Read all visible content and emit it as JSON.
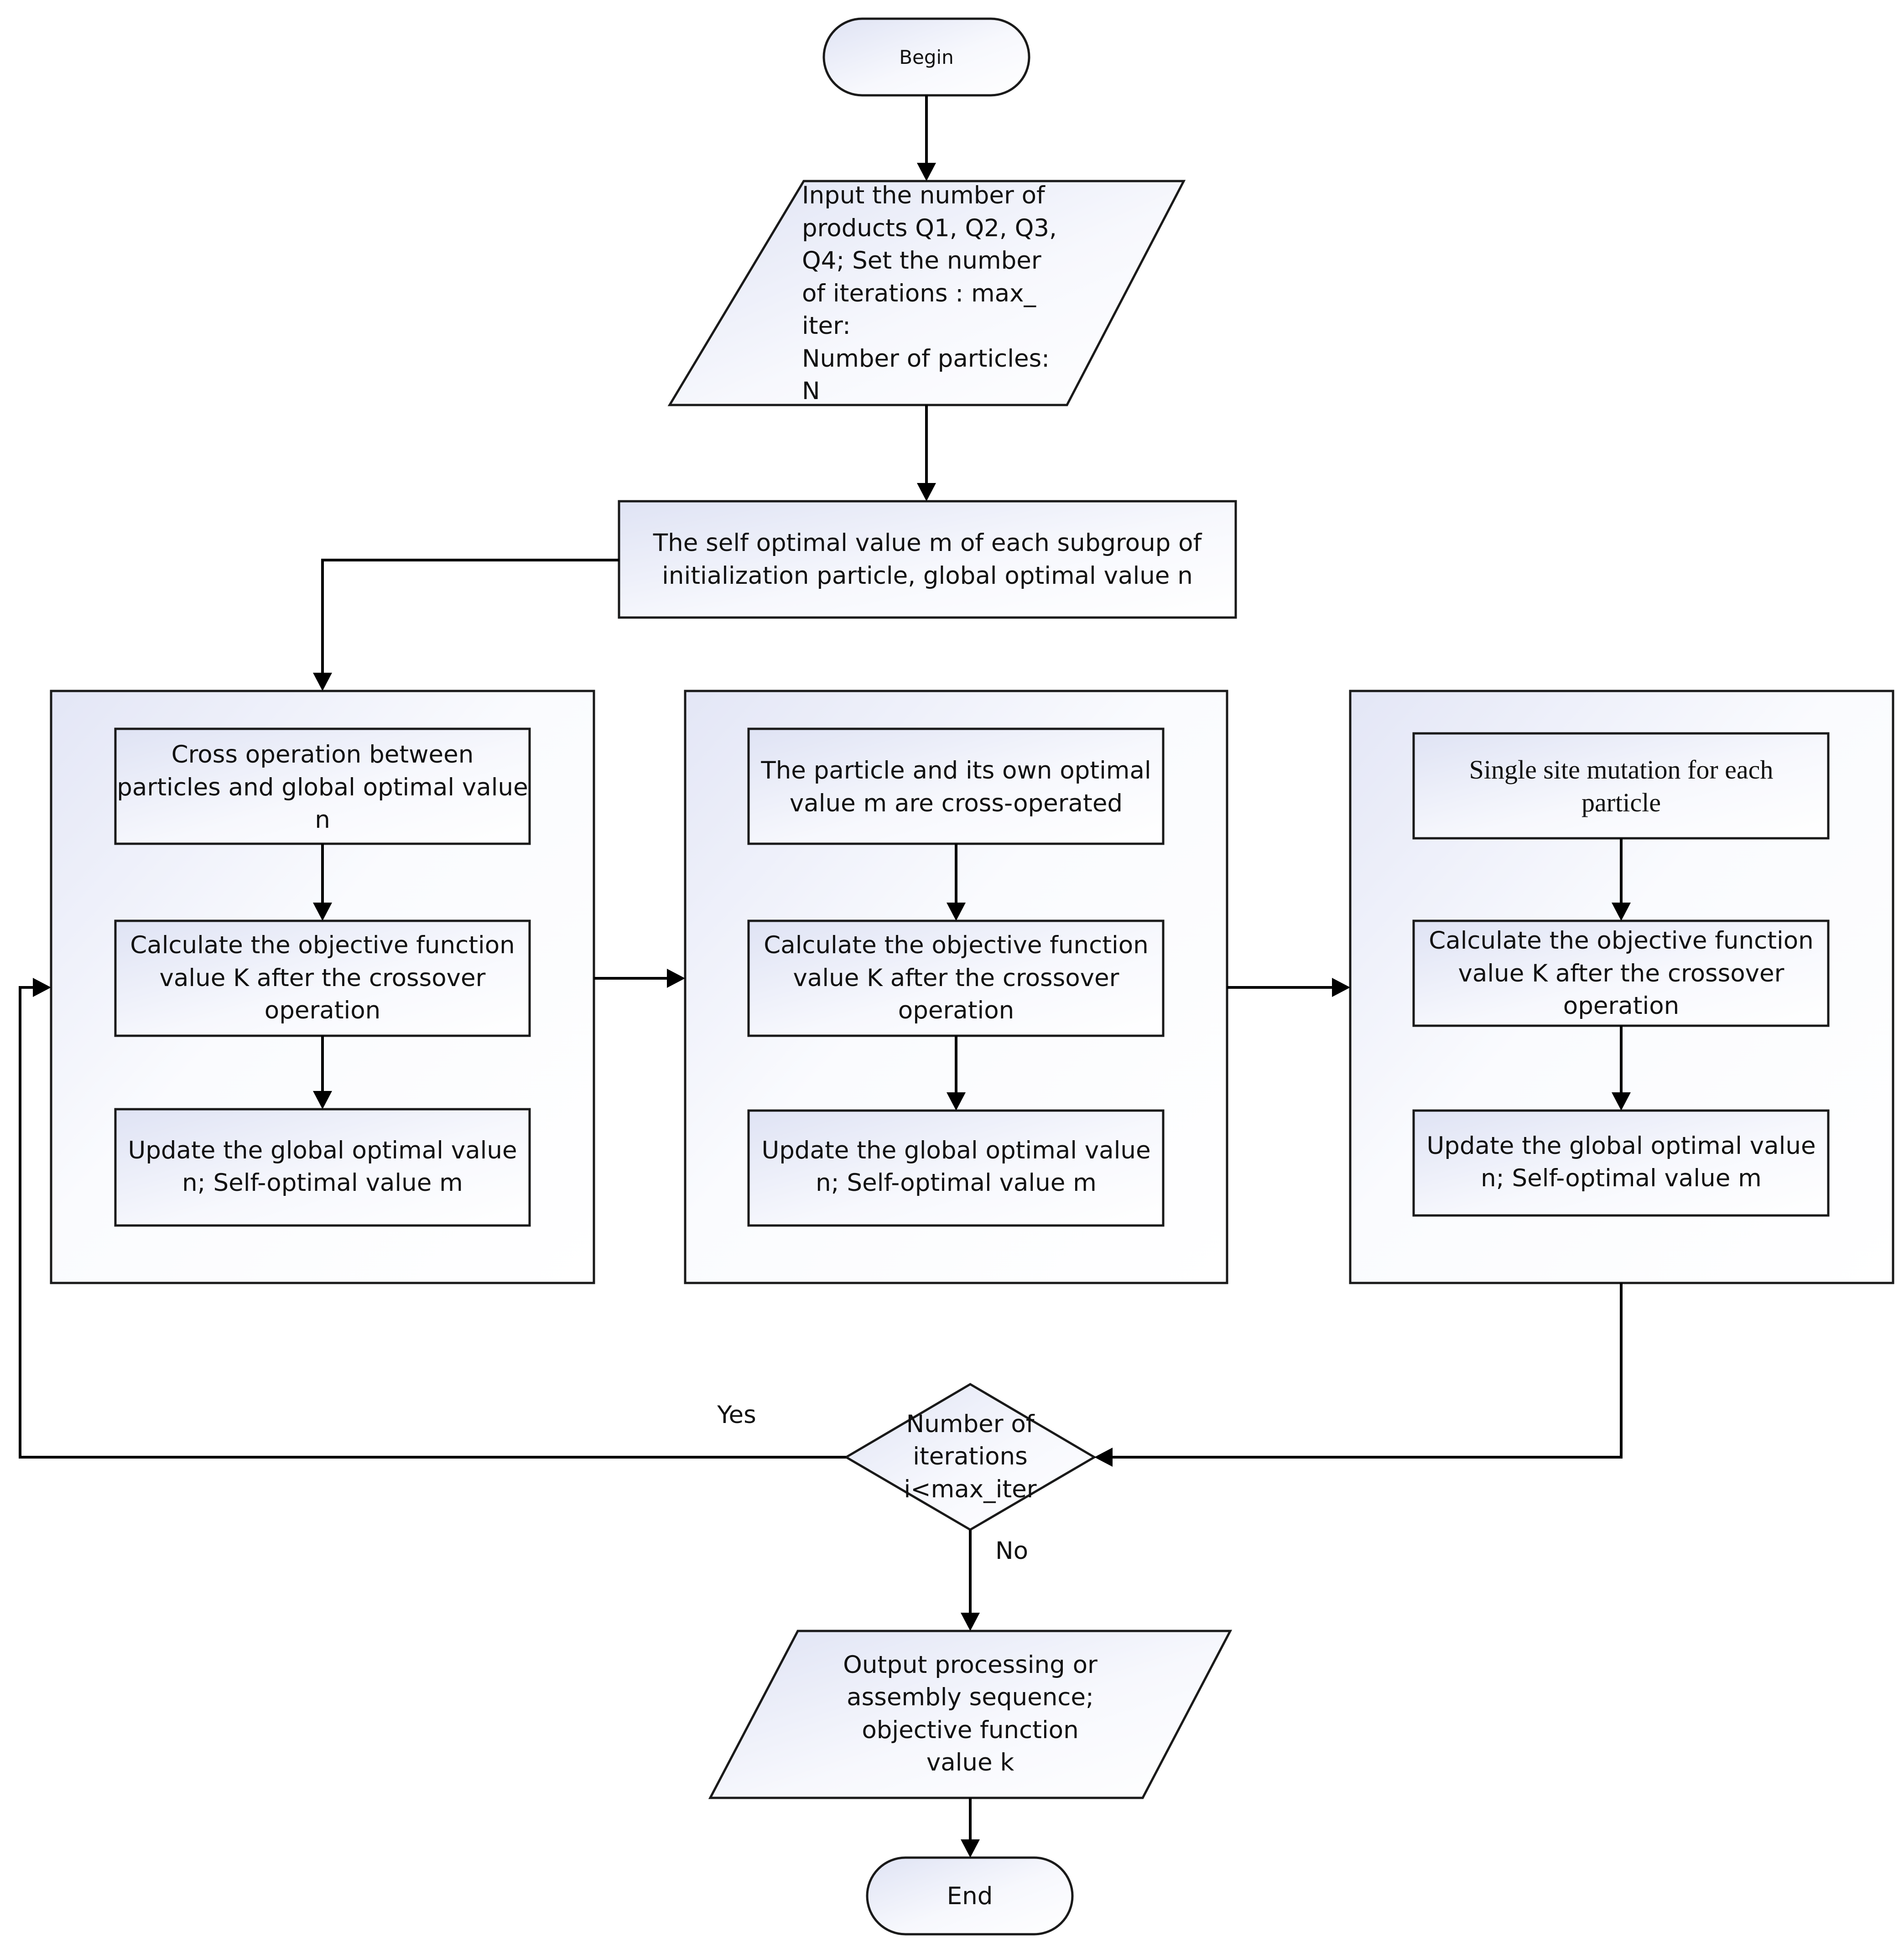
{
  "nodes": {
    "begin": {
      "text": "Begin"
    },
    "input": {
      "lines": [
        "Input the number of",
        "products Q1, Q2, Q3,",
        "Q4; Set the number",
        "of iterations : max_",
        "iter:",
        "Number of particles:",
        "N"
      ]
    },
    "init": {
      "lines": [
        "The self optimal value m of each subgroup of",
        "initialization particle, global optimal value n"
      ]
    },
    "panel1": {
      "step1": {
        "lines": [
          "Cross operation between",
          "particles and global optimal value",
          "n"
        ]
      },
      "step2": {
        "lines": [
          "Calculate the objective function",
          "value K after the crossover",
          "operation"
        ]
      },
      "step3": {
        "lines": [
          "Update the global optimal value",
          "n; Self-optimal value m"
        ]
      }
    },
    "panel2": {
      "step1": {
        "lines": [
          "The particle and its own optimal",
          "value m are cross-operated"
        ]
      },
      "step2": {
        "lines": [
          "Calculate the objective function",
          "value K after the crossover",
          "operation"
        ]
      },
      "step3": {
        "lines": [
          "Update the global optimal value",
          "n; Self-optimal value m"
        ]
      }
    },
    "panel3": {
      "step1": {
        "lines": [
          "Single site mutation for each",
          "particle"
        ]
      },
      "step2": {
        "lines": [
          "Calculate the objective function",
          "value K after the crossover",
          "operation"
        ]
      },
      "step3": {
        "lines": [
          "Update the global optimal value",
          "n; Self-optimal value m"
        ]
      }
    },
    "decision": {
      "lines": [
        "Number of",
        "iterations",
        "i<max_iter"
      ]
    },
    "output": {
      "lines": [
        "Output processing or",
        "assembly sequence;",
        "objective function",
        "value k"
      ]
    },
    "end": {
      "text": "End"
    }
  },
  "edge_labels": {
    "yes": "Yes",
    "no": "No"
  }
}
